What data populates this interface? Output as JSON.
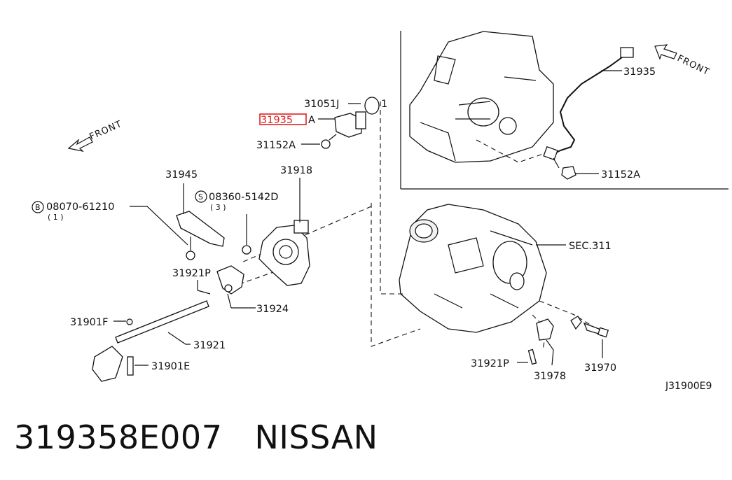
{
  "diagram": {
    "front_labels": [
      "FRONT",
      "FRONT"
    ],
    "parts": {
      "p31051J": "31051J",
      "p31051J_ref": "1",
      "p31935A_code": "31935",
      "p31935A_suffix": "A",
      "p31152A": "31152A",
      "p31945": "31945",
      "p31918": "31918",
      "p08070": "08070-61210",
      "p08070_qty": "( 1 )",
      "p08070_mark": "B",
      "p08360": "08360-5142D",
      "p08360_qty": "( 3 )",
      "p08360_mark": "S",
      "p31921P": "31921P",
      "p31924": "31924",
      "p31901F": "31901F",
      "p31921": "31921",
      "p31901E": "31901E",
      "p31935": "31935",
      "p31152A_inset": "31152A",
      "sec311": "SEC.311",
      "p31921P_b": "31921P",
      "p31978": "31978",
      "p31970": "31970"
    },
    "diagram_code": "J31900E9",
    "highlight_color": "#e02020"
  },
  "caption": {
    "part_number": "319358E007",
    "brand": "NISSAN"
  }
}
